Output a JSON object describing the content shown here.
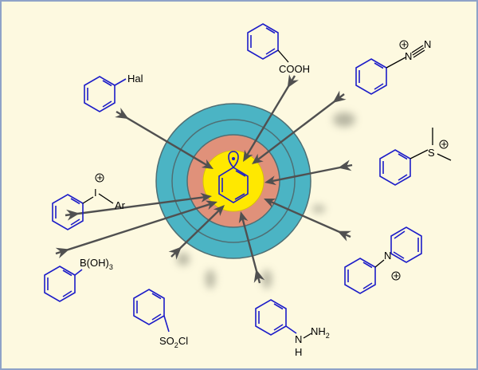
{
  "labels": {
    "hal": "Hal",
    "cooh": "COOH",
    "diazonium_n1": "N",
    "diazonium_n2": "N",
    "sulfonium_s": "S",
    "iodonium_i": "I",
    "iodonium_ar": "Ar",
    "borate_main": "B(OH)",
    "borate_sub": "3",
    "sulfonyl_a": "SO",
    "sulfonyl_sub": "2",
    "sulfonyl_b": "Cl",
    "pyridinium_n": "N",
    "hydrazine_n": "N",
    "hydrazine_h": "H",
    "hydrazine_nh": "NH",
    "hydrazine_sub": "2",
    "plus": "+"
  },
  "colors": {
    "background": "#fdf9e0",
    "border": "#8fa3c8",
    "ring_outer": "#4bb4c4",
    "ring_salmon": "#e0917a",
    "ring_center": "#ffe800",
    "structure": "#1c1cc8",
    "arrow": "#505050"
  }
}
